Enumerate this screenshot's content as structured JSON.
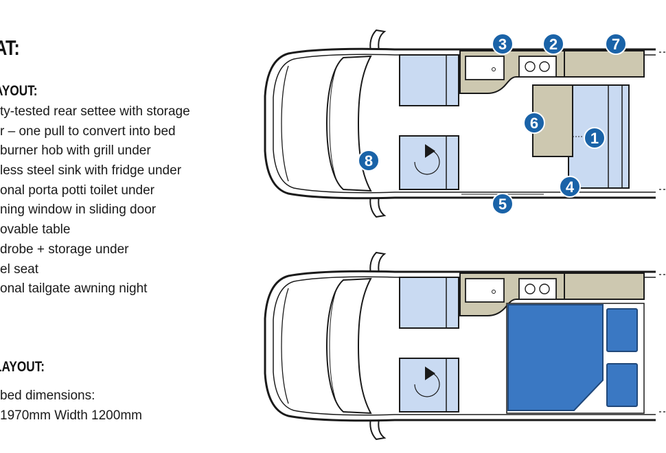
{
  "texts": {
    "title": "AT:",
    "day_heading": "AYOUT:",
    "night_heading": "LAYOUT:"
  },
  "features": [
    "ty-tested rear settee with storage",
    "r – one pull to convert into bed",
    "burner hob with grill under",
    "less steel sink with fridge under",
    "onal porta potti toilet under",
    "ning window in sliding door",
    "ovable table",
    "drobe + storage under",
    "el seat",
    "onal tailgate awning night"
  ],
  "bed_dimensions": [
    " bed dimensions:",
    "1970mm Width 1200mm"
  ],
  "markers": {
    "sofa": "1",
    "hob": "2",
    "sink": "3",
    "toilet": "4",
    "window": "5",
    "table": "6",
    "wardrobe": "7",
    "swivel_seat": "8"
  },
  "colors": {
    "outline": "#1a1a1a",
    "seat_fill": "#c9daf2",
    "unit_fill": "#cdc8b0",
    "marker_fill": "#1a63a8",
    "bed_fill": "#3a78c3",
    "bed_stroke": "#20487a"
  }
}
